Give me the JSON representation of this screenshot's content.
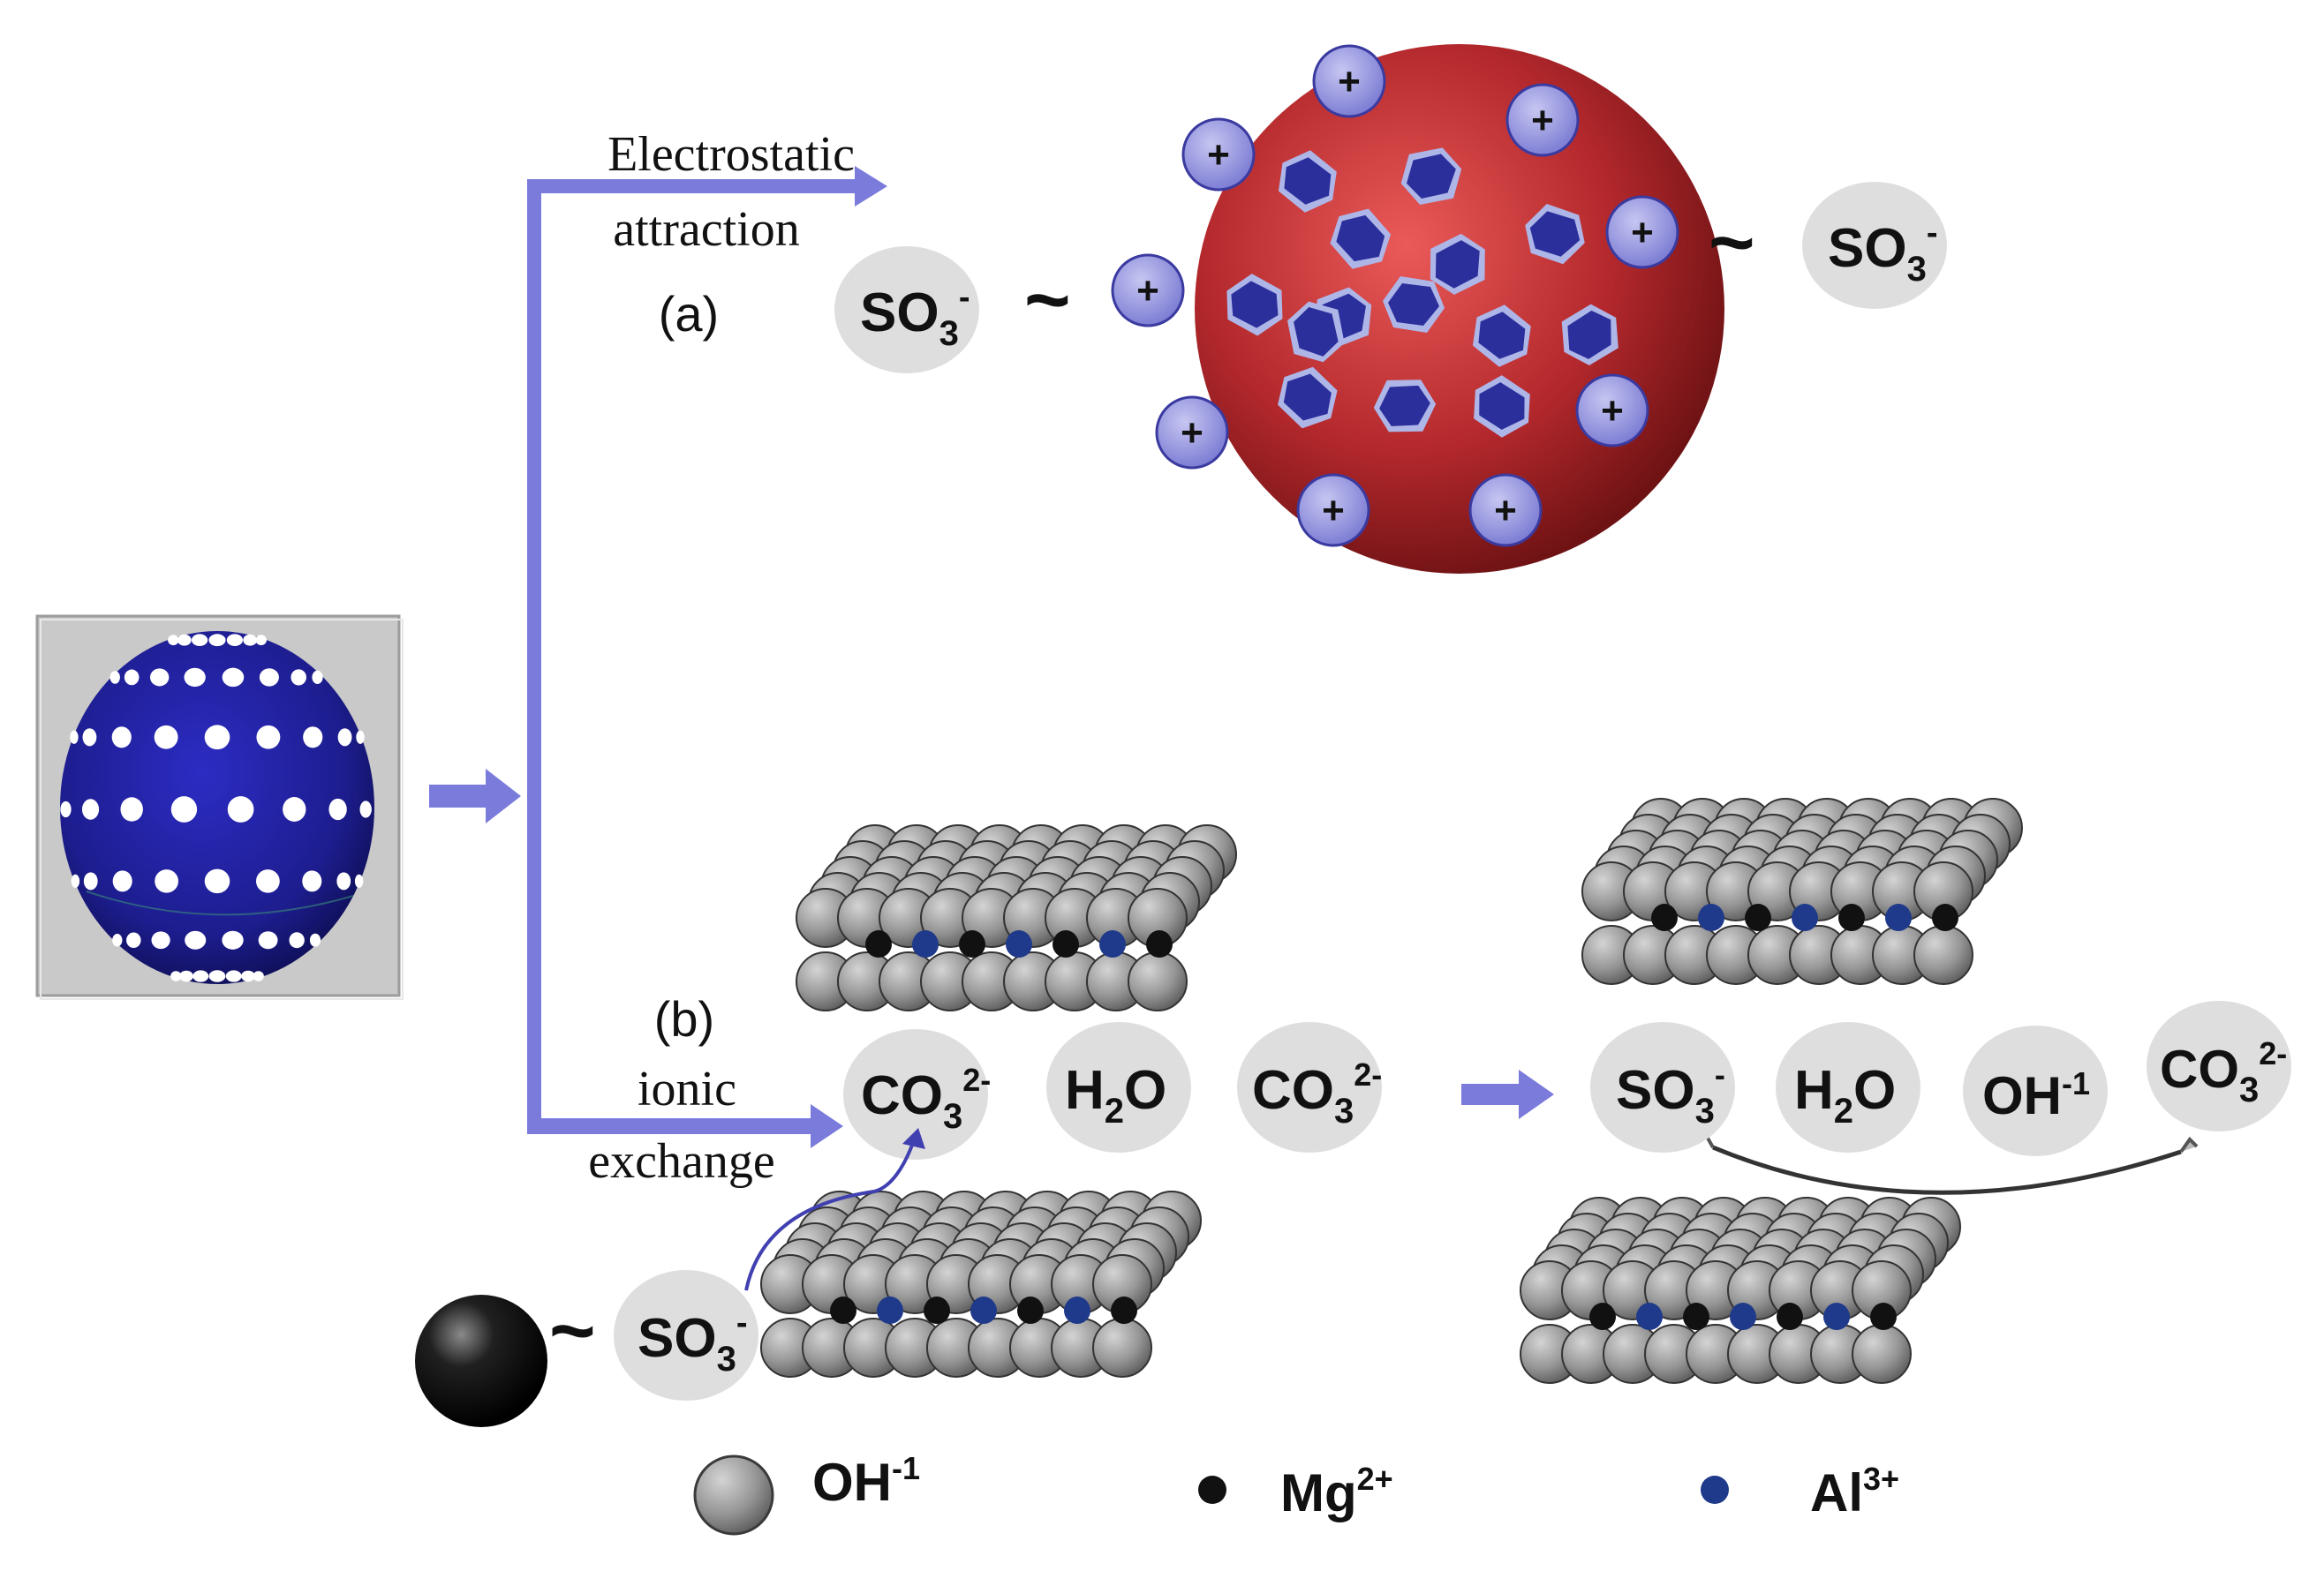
{
  "labels": {
    "path_a_line1": "Electrostatic",
    "path_a_line2": "attraction",
    "path_a_tag": "(a)",
    "path_b_tag": "(b)",
    "path_b_line1": "ionic",
    "path_b_line2": "exchange"
  },
  "ions_a": [
    {
      "base": "SO",
      "sub": "3",
      "sup": "-"
    },
    {
      "base": "SO",
      "sub": "3",
      "sup": "-"
    }
  ],
  "tilde": "~",
  "plus_sign": "+",
  "interlayer_before": [
    {
      "base": "CO",
      "sub": "3",
      "sup": "2-"
    },
    {
      "base": "H",
      "sub": "2",
      "post": "O"
    },
    {
      "base": "CO",
      "sub": "3",
      "sup": "2-"
    }
  ],
  "interlayer_after": [
    {
      "base": "SO",
      "sub": "3",
      "sup": "-"
    },
    {
      "base": "H",
      "sub": "2",
      "post": "O"
    },
    {
      "base": "OH",
      "sup": "-1"
    },
    {
      "base": "CO",
      "sub": "3",
      "sup": "2-"
    }
  ],
  "ion_b": {
    "base": "SO",
    "sub": "3",
    "sup": "-"
  },
  "legend": [
    {
      "base": "OH",
      "sup": "-1",
      "color": "#9a9a9a"
    },
    {
      "base": "Mg",
      "sup": "2+",
      "color": "#111111"
    },
    {
      "base": "Al",
      "sup": "3+",
      "color": "#1f3a8a"
    }
  ],
  "colors": {
    "arrow": "#7b7bdc",
    "ion_bubble": "#dedede",
    "sphere_red": "#b3282c",
    "plus_ion": "#8888d8",
    "flake": "#2b2f9c",
    "bead_blue": "#1d1d8f",
    "ldh_ball": "#8f8f8f"
  }
}
